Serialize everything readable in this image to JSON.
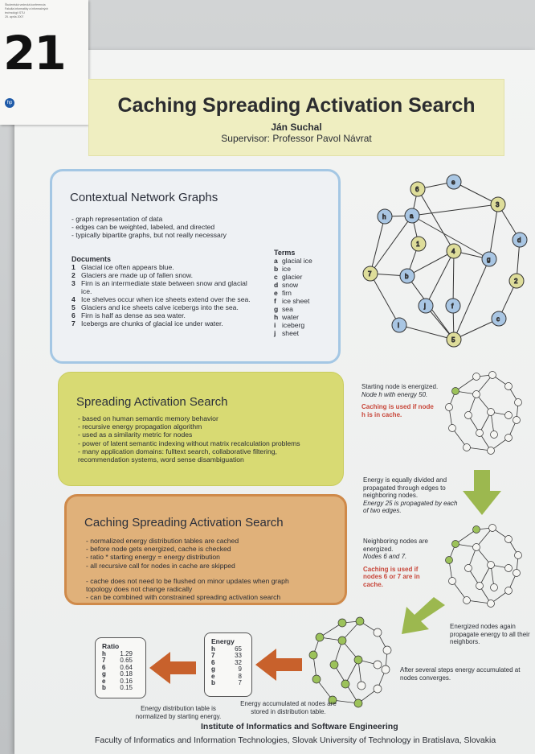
{
  "tag": {
    "number": "21",
    "lines": [
      "Študentská vedecká konferencia",
      "Fakulta informatiky a informačných",
      "technológií STU",
      "25. apríla 2007"
    ],
    "logo": "hp"
  },
  "header": {
    "title": "Caching Spreading Activation Search",
    "author": "Ján Suchal",
    "supervisor": "Supervisor: Professor Pavol Návrat"
  },
  "contextual": {
    "heading": "Contextual Network Graphs",
    "bullets": [
      "- graph representation of data",
      "- edges can be weighted, labeled, and directed",
      "- typically bipartite graphs, but not really necessary"
    ],
    "documents_heading": "Documents",
    "documents": [
      {
        "k": "1",
        "t": "Glacial ice often appears blue."
      },
      {
        "k": "2",
        "t": "Glaciers are made up of fallen snow."
      },
      {
        "k": "3",
        "t": "Firn is an intermediate state between snow and glacial ice."
      },
      {
        "k": "4",
        "t": "Ice shelves occur when ice sheets extend over the sea."
      },
      {
        "k": "5",
        "t": "Glaciers and ice sheets calve icebergs into the sea."
      },
      {
        "k": "6",
        "t": "Firn is half as dense as sea water."
      },
      {
        "k": "7",
        "t": "Icebergs are chunks of glacial ice under water."
      }
    ],
    "terms_heading": "Terms",
    "terms": [
      {
        "k": "a",
        "t": "glacial ice"
      },
      {
        "k": "b",
        "t": "ice"
      },
      {
        "k": "c",
        "t": "glacier"
      },
      {
        "k": "d",
        "t": "snow"
      },
      {
        "k": "e",
        "t": "firn"
      },
      {
        "k": "f",
        "t": "ice sheet"
      },
      {
        "k": "g",
        "t": "sea"
      },
      {
        "k": "h",
        "t": "water"
      },
      {
        "k": "i",
        "t": "iceberg"
      },
      {
        "k": "j",
        "t": "sheet"
      }
    ]
  },
  "spreading": {
    "heading": "Spreading Activation Search",
    "bullets": [
      "- based on human semantic memory behavior",
      "- recursive energy propagation algorithm",
      "- used as a similarity metric for nodes",
      "- power of latent semantic indexing without matrix recalculation problems",
      "- many application domains: fulltext search, collaborative filtering,",
      "  recommendation systems, word sense disambiguation"
    ]
  },
  "caching": {
    "heading": "Caching Spreading Activation Search",
    "bullets": [
      "- normalized energy distribution tables are cached",
      "- before node gets energized, cache is checked",
      "- ratio * starting energy = energy distribution",
      "- all recursive call for nodes in cache are skipped"
    ],
    "bullets2": [
      "- cache does not need to be flushed on minor updates when graph",
      "  topology does not change radically",
      "- can be combined with constrained spreading activation search"
    ]
  },
  "steps": {
    "s1_line1": "Starting node is energized.",
    "s1_line2": "Node h with energy 50.",
    "s1_red": "Caching is used if node h is in cache.",
    "s2_line1": "Energy is equally divided and propagated through edges to neighboring nodes.",
    "s2_line2": "Energy 25 is propagated by each of two edges.",
    "s3_line1": "Neighboring nodes are energized.",
    "s3_line2": "Nodes 6 and 7.",
    "s3_red": "Caching is used if nodes 6 or 7 are in cache.",
    "s4_line1": "Energized nodes again propagate energy to all their neighbors.",
    "s5_line1": "After several steps energy accumulated at nodes converges.",
    "cap_energy": "Energy accumulated at nodes are stored in distribution table.",
    "cap_ratio": "Energy distribution table is normalized by starting energy."
  },
  "energy_table": {
    "heading": "Energy",
    "rows": [
      {
        "k": "h",
        "v": "65"
      },
      {
        "k": "7",
        "v": "33"
      },
      {
        "k": "6",
        "v": "32"
      },
      {
        "k": "g",
        "v": "9"
      },
      {
        "k": "e",
        "v": "8"
      },
      {
        "k": "b",
        "v": "7"
      }
    ]
  },
  "ratio_table": {
    "heading": "Ratio",
    "rows": [
      {
        "k": "h",
        "v": "1.29"
      },
      {
        "k": "7",
        "v": "0.65"
      },
      {
        "k": "6",
        "v": "0.64"
      },
      {
        "k": "g",
        "v": "0.18"
      },
      {
        "k": "e",
        "v": "0.16"
      },
      {
        "k": "b",
        "v": "0.15"
      }
    ]
  },
  "footer": {
    "institute": "Institute of Informatics and Software Engineering",
    "faculty": "Faculty of Informatics and Information Technologies, Slovak University of Technology in Bratislava, Slovakia"
  },
  "colors": {
    "doc_node": "#dedd9a",
    "term_node": "#a9c6e3",
    "arrow_green": "#9cb84f",
    "arrow_orange": "#c8612c"
  }
}
